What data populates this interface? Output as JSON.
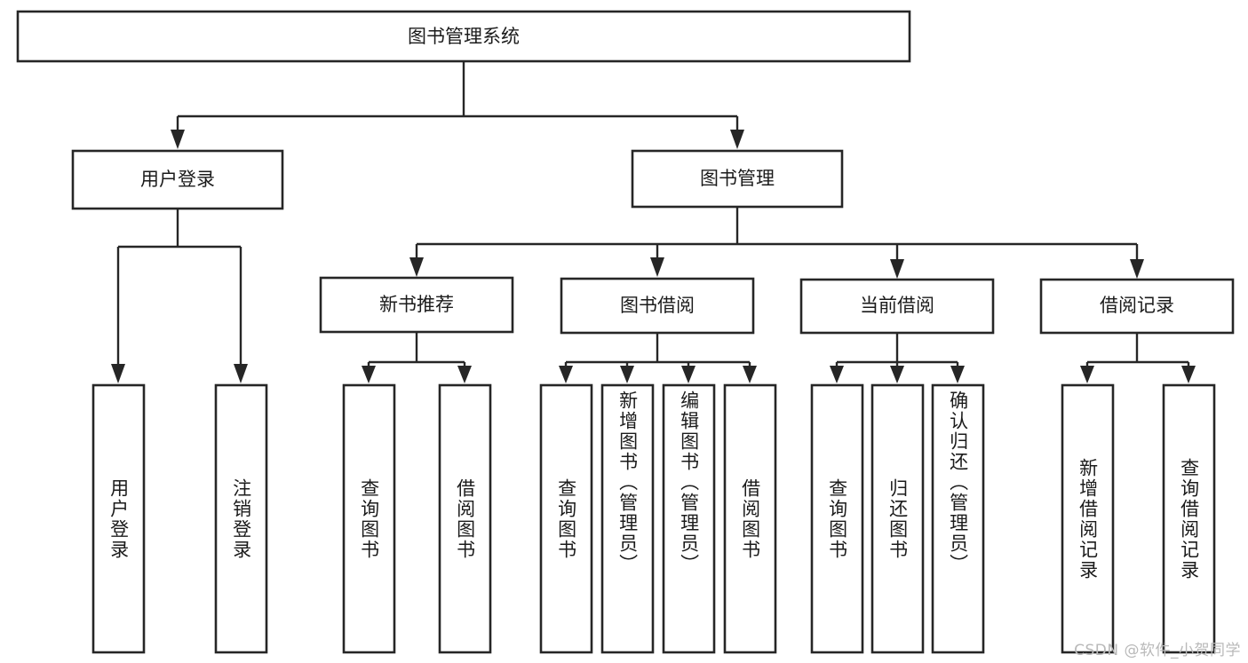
{
  "diagram": {
    "type": "tree-hierarchy-flowchart",
    "title": "图书管理系统",
    "watermark": "CSDN @软件_小贺同学",
    "colors": {
      "stroke": "#262626",
      "fill": "#ffffff",
      "text": "#1b1b1b",
      "watermark": "#b9b9b9",
      "background": "#ffffff"
    },
    "levels": {
      "root": {
        "label": "图书管理系统"
      },
      "level2": [
        {
          "label": "用户登录"
        },
        {
          "label": "图书管理"
        }
      ],
      "level3": [
        {
          "label": "新书推荐"
        },
        {
          "label": "图书借阅"
        },
        {
          "label": "当前借阅"
        },
        {
          "label": "借阅记录"
        }
      ],
      "leaves": [
        {
          "label": "用户登录",
          "parent": "用户登录"
        },
        {
          "label": "注销登录",
          "parent": "用户登录"
        },
        {
          "label": "查询图书",
          "parent": "新书推荐"
        },
        {
          "label": "借阅图书",
          "parent": "新书推荐"
        },
        {
          "label": "查询图书",
          "parent": "图书借阅"
        },
        {
          "label": "新增图书（管理员）",
          "parent": "图书借阅"
        },
        {
          "label": "编辑图书（管理员）",
          "parent": "图书借阅"
        },
        {
          "label": "借阅图书",
          "parent": "图书借阅"
        },
        {
          "label": "查询图书",
          "parent": "当前借阅"
        },
        {
          "label": "归还图书",
          "parent": "当前借阅"
        },
        {
          "label": "确认归还（管理员）",
          "parent": "当前借阅"
        },
        {
          "label": "新增借阅记录",
          "parent": "借阅记录"
        },
        {
          "label": "查询借阅记录",
          "parent": "借阅记录"
        }
      ]
    }
  }
}
